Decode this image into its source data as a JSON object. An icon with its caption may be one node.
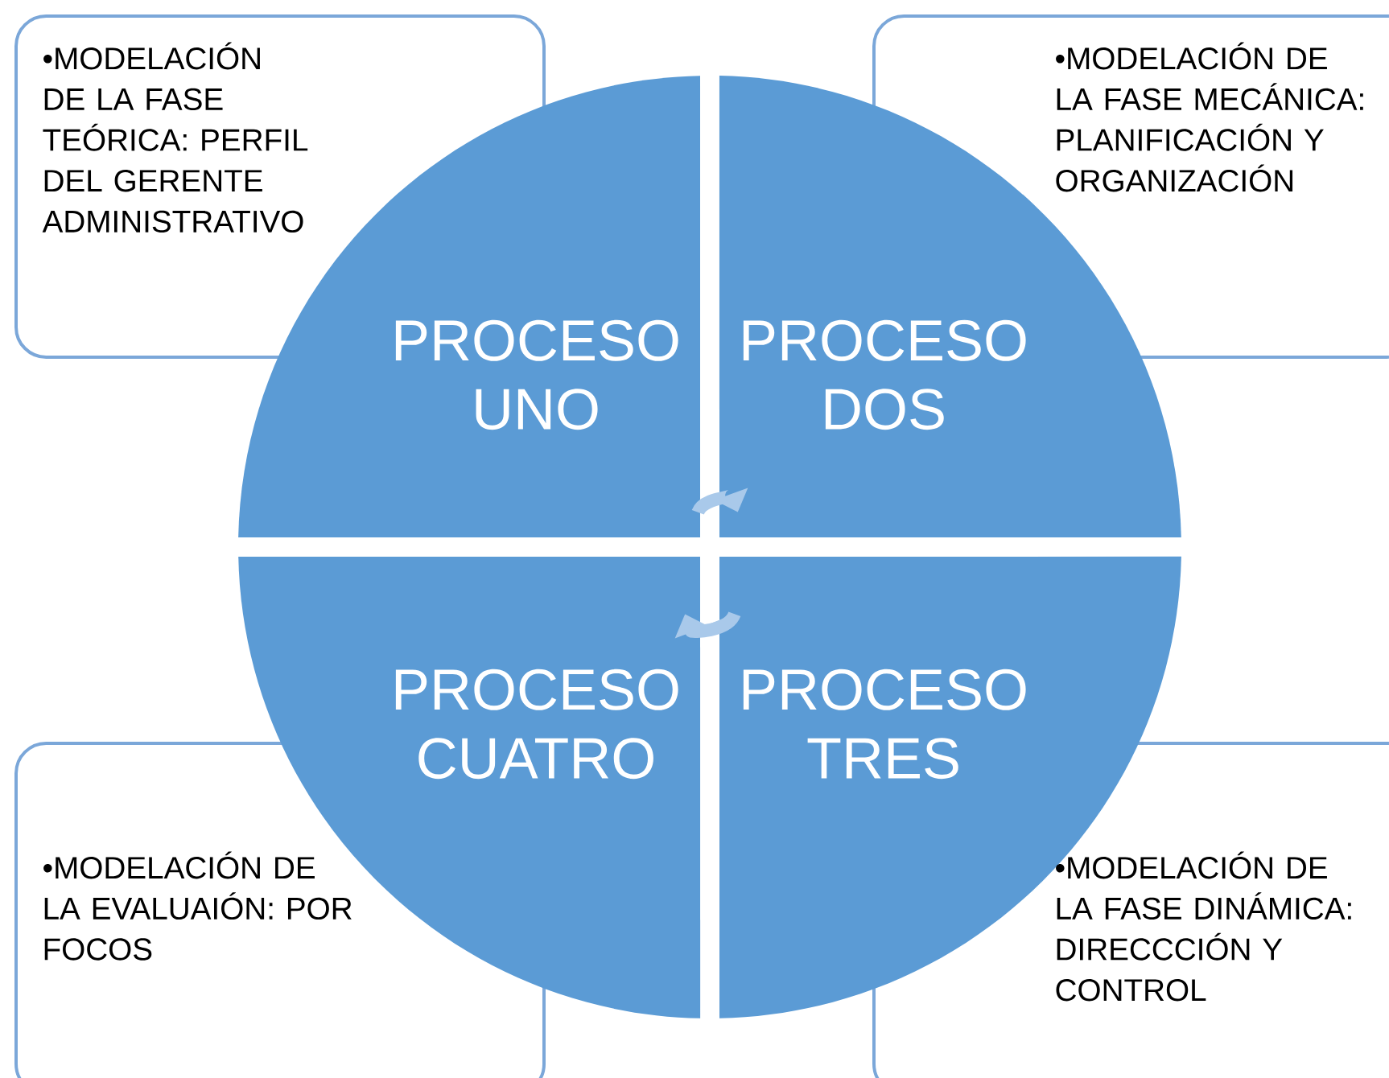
{
  "diagram": {
    "nodes": [
      {
        "text": [
          "•MODELACIÓN DE LA FASE TEÓRICA: PERFIL DEL GERENTE ADMINISTRATIVO"
        ]
      },
      {
        "text": [
          "•MODELACIÓN DE LA FASE MECÁNICA: PLANIFICACIÓN Y ORGANIZACIÓN"
        ]
      },
      {
        "text": [
          "•MODELACIÓN DE LA EVALUAIÓN: POR FOCOS"
        ]
      },
      {
        "text": [
          "•MODELACIÓN DE LA FASE DINÁMICA: DIRECCCIÓN Y CONTROL"
        ]
      },
      {
        "text": [
          "PROCESO UNO"
        ]
      },
      {
        "text": [
          "PROCESO DOS"
        ]
      },
      {
        "text": [
          "PROCESO TRES"
        ]
      },
      {
        "text": [
          "PROCESO CUATRO"
        ]
      }
    ],
    "edges": [
      {
        "from": 4,
        "to": 5,
        "arrow": "to"
      },
      {
        "from": 6,
        "to": 7,
        "arrow": "to"
      }
    ]
  }
}
